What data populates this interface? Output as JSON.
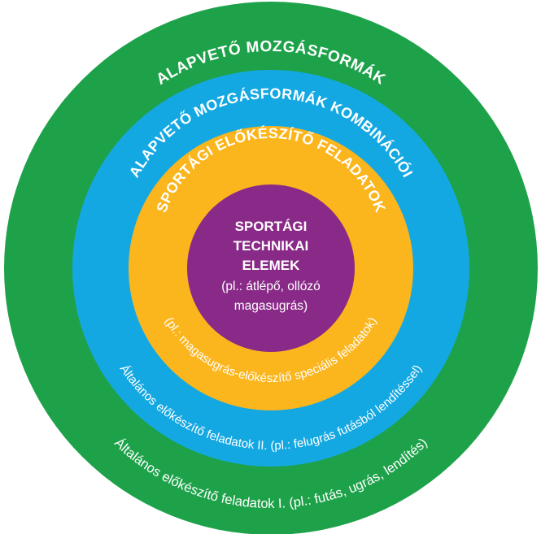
{
  "colors": {
    "outer_ring": "#1da24a",
    "second_ring": "#14a8e2",
    "third_ring": "#fbb51d",
    "core": "#8a2a88",
    "text": "#ffffff"
  },
  "rings": {
    "outer": {
      "title": "ALAPVETŐ MOZGÁSFORMÁK",
      "note": "Általános előkészítő feladatok I. (pl.: futás, ugrás, lendítés)"
    },
    "second": {
      "title": "ALAPVETŐ MOZGÁSFORMÁK KOMBINÁCIÓI",
      "note": "Általános előkészítő feladatok II. (pl.: felugrás futásból lendítéssel)"
    },
    "third": {
      "title": "SPORTÁGI ELŐKÉSZÍTŐ FELADATOK",
      "note": "(pl.: magasugrás-előkészítő speciális feladatok)"
    }
  },
  "core": {
    "line1": "SPORTÁGI",
    "line2": "TECHNIKAI",
    "line3": "ELEMEK",
    "line4": "(pl.: átlépő, ollózó",
    "line5": "magasugrás)"
  }
}
